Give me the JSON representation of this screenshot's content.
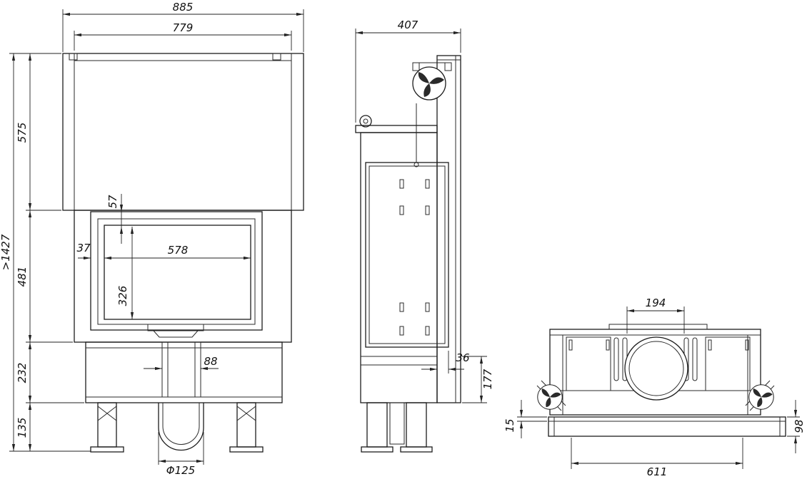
{
  "drawing": {
    "front_view": {
      "overall_width": "885",
      "inner_width": "779",
      "total_height": ">1427",
      "upper_section_height": "575",
      "glass_section_height": "481",
      "base_section_height": "232",
      "leg_section_height": "135",
      "glass_top_offset": "57",
      "glass_side_offset": "37",
      "glass_width": "578",
      "glass_height": "326",
      "column_width": "88",
      "inlet_diameter": "Φ125"
    },
    "side_view": {
      "depth": "407",
      "rear_gap": "36",
      "base_depth": "177"
    },
    "rear_view": {
      "outlet_spacing": "194",
      "plinth_lip": "15",
      "plinth_height": "98",
      "plinth_width": "611"
    }
  }
}
